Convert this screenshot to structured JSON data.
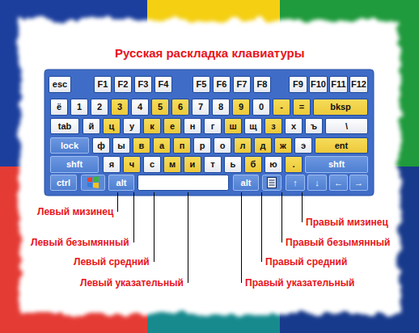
{
  "diagram": {
    "title": "Русская раскладка клавиатуры",
    "nodes": [
      {
        "text": [
          "esc"
        ]
      },
      {
        "text": [
          "F1"
        ]
      },
      {
        "text": [
          "F2"
        ]
      },
      {
        "text": [
          "F3"
        ]
      },
      {
        "text": [
          "F4"
        ]
      },
      {
        "text": [
          "F5"
        ]
      },
      {
        "text": [
          "F6"
        ]
      },
      {
        "text": [
          "F7"
        ]
      },
      {
        "text": [
          "F8"
        ]
      },
      {
        "text": [
          "F9"
        ]
      },
      {
        "text": [
          "F10"
        ]
      },
      {
        "text": [
          "F11"
        ]
      },
      {
        "text": [
          "F12"
        ]
      },
      {
        "text": [
          "ё"
        ]
      },
      {
        "text": [
          "1"
        ]
      },
      {
        "text": [
          "2"
        ]
      },
      {
        "text": [
          "3"
        ]
      },
      {
        "text": [
          "4"
        ]
      },
      {
        "text": [
          "5"
        ]
      },
      {
        "text": [
          "6"
        ]
      },
      {
        "text": [
          "7"
        ]
      },
      {
        "text": [
          "8"
        ]
      },
      {
        "text": [
          "9"
        ]
      },
      {
        "text": [
          "0"
        ]
      },
      {
        "text": [
          "-"
        ]
      },
      {
        "text": [
          "="
        ]
      },
      {
        "text": [
          "bksp"
        ]
      },
      {
        "text": [
          "tab"
        ]
      },
      {
        "text": [
          "й"
        ]
      },
      {
        "text": [
          "ц"
        ]
      },
      {
        "text": [
          "у"
        ]
      },
      {
        "text": [
          "к"
        ]
      },
      {
        "text": [
          "е"
        ]
      },
      {
        "text": [
          "н"
        ]
      },
      {
        "text": [
          "г"
        ]
      },
      {
        "text": [
          "ш"
        ]
      },
      {
        "text": [
          "щ"
        ]
      },
      {
        "text": [
          "з"
        ]
      },
      {
        "text": [
          "х"
        ]
      },
      {
        "text": [
          "ъ"
        ]
      },
      {
        "text": [
          "\\"
        ]
      },
      {
        "text": [
          "lock"
        ]
      },
      {
        "text": [
          "ф"
        ]
      },
      {
        "text": [
          "ы"
        ]
      },
      {
        "text": [
          "в"
        ]
      },
      {
        "text": [
          "а"
        ]
      },
      {
        "text": [
          "п"
        ]
      },
      {
        "text": [
          "р"
        ]
      },
      {
        "text": [
          "о"
        ]
      },
      {
        "text": [
          "л"
        ]
      },
      {
        "text": [
          "д"
        ]
      },
      {
        "text": [
          "ж"
        ]
      },
      {
        "text": [
          "э"
        ]
      },
      {
        "text": [
          "ent"
        ]
      },
      {
        "text": [
          "shft"
        ]
      },
      {
        "text": [
          "я"
        ]
      },
      {
        "text": [
          "ч"
        ]
      },
      {
        "text": [
          "с"
        ]
      },
      {
        "text": [
          "м"
        ]
      },
      {
        "text": [
          "и"
        ]
      },
      {
        "text": [
          "т"
        ]
      },
      {
        "text": [
          "ь"
        ]
      },
      {
        "text": [
          "б"
        ]
      },
      {
        "text": [
          "ю"
        ]
      },
      {
        "text": [
          "."
        ]
      },
      {
        "text": [
          "shft"
        ]
      },
      {
        "text": [
          "ctrl"
        ]
      },
      {
        "text": [
          "alt"
        ]
      },
      {
        "text": [
          "alt"
        ]
      },
      {
        "text": [
          "↑"
        ]
      },
      {
        "text": [
          "↓"
        ]
      },
      {
        "text": [
          "←"
        ]
      },
      {
        "text": [
          "→"
        ]
      }
    ],
    "labels": [
      "Левый мизинец",
      "Правый мизинец",
      "Левый безымянный",
      "Правый безымянный",
      "Левый средний",
      "Правый средний",
      "Левый указательный",
      "Правый указательный"
    ]
  }
}
